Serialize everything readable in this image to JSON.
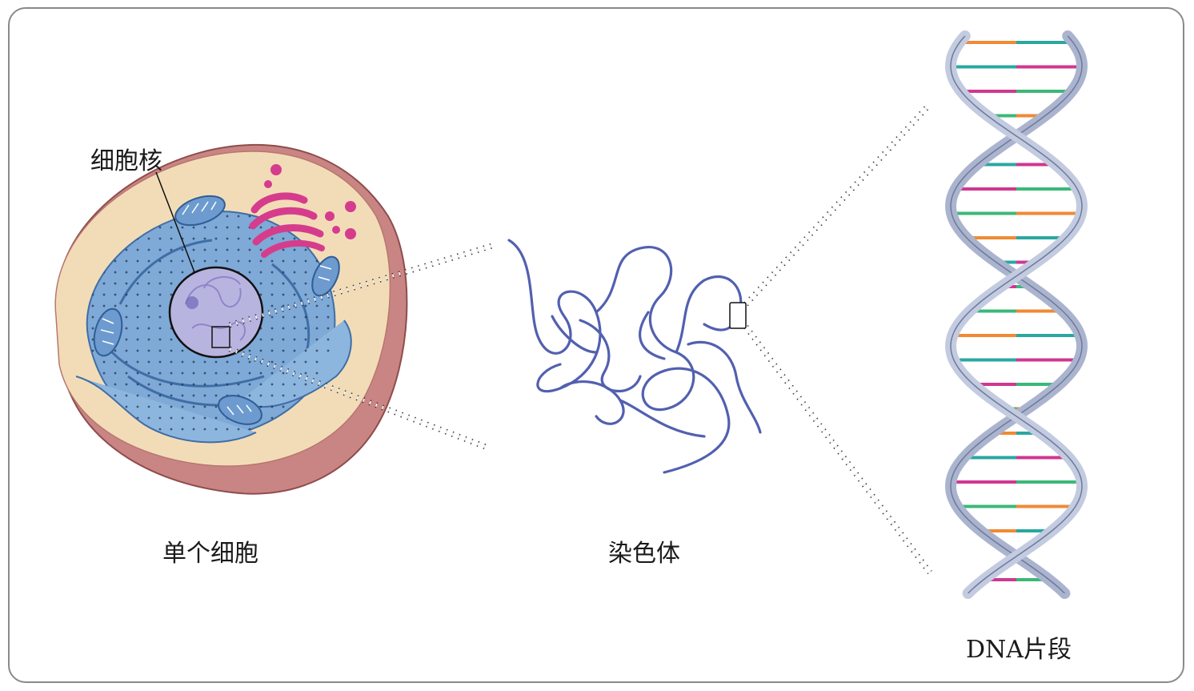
{
  "labels": {
    "nucleus": "细胞核",
    "cell": "单个细胞",
    "chromosome": "染色体",
    "dna": "DNA片段"
  },
  "colors": {
    "frame": "#8a8a8a",
    "cytoplasm": "#f2dcb8",
    "cell_rim": "#c98583",
    "er": "#7fa9d6",
    "nucleus": "#b8b4e0",
    "golgi": "#d63c8c",
    "chromosome": "#5260b0",
    "dna_backbone": "#aab4cf",
    "base_orange": "#f08a34",
    "base_teal": "#2aa7a0",
    "base_magenta": "#d03790",
    "base_green": "#3cb878"
  }
}
